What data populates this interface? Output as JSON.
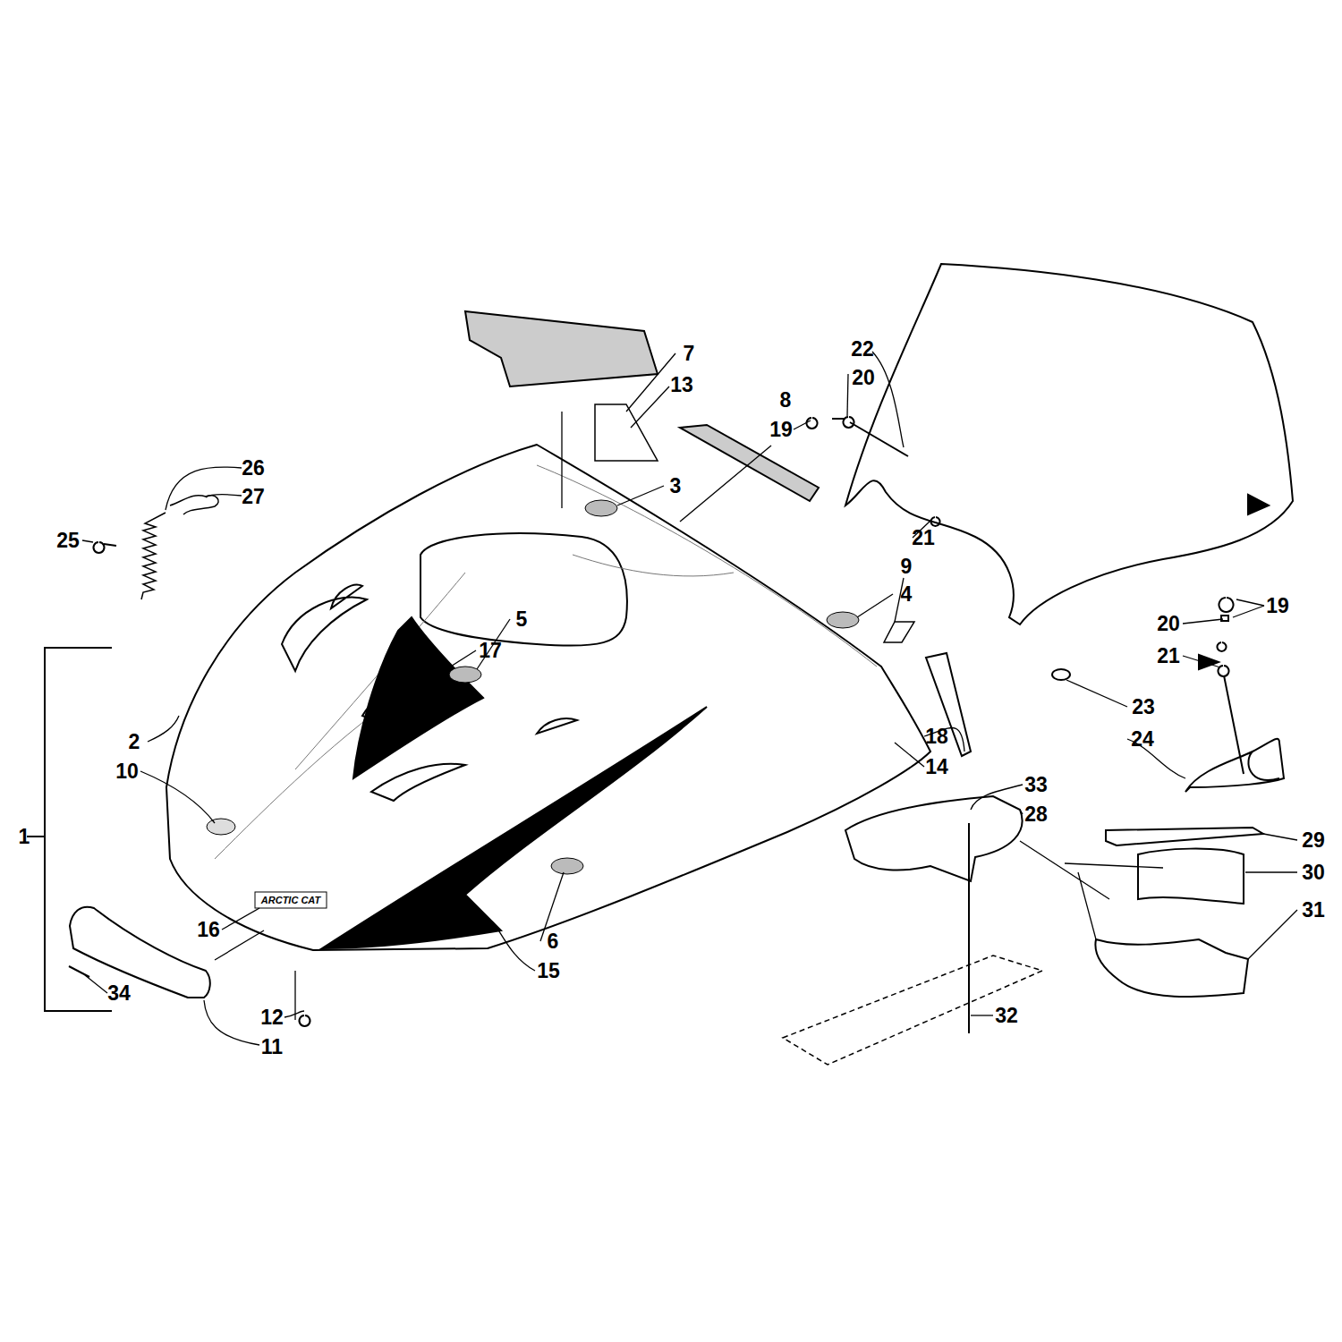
{
  "diagram": {
    "labels": [
      "7",
      "13",
      "26",
      "8",
      "22",
      "20",
      "19",
      "27",
      "3",
      "25",
      "21",
      "5",
      "19",
      "9",
      "4",
      "20",
      "17",
      "21",
      "23",
      "2",
      "24",
      "18",
      "14",
      "10",
      "33",
      "28",
      "29",
      "1",
      "30",
      "31",
      "16",
      "ARCTIC CAT",
      "6",
      "15",
      "34",
      "12",
      "32",
      "11"
    ]
  }
}
